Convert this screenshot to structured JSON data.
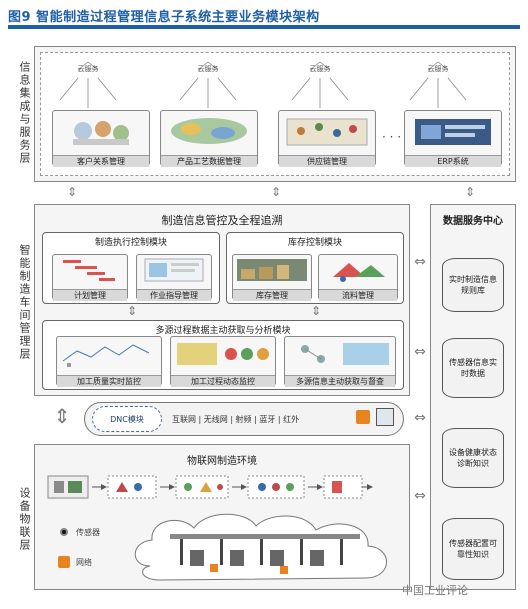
{
  "figure": {
    "title": "图9 智能制造过程管理信息子系统主要业务模块架构"
  },
  "layers": {
    "info": "信息集成与服务层",
    "workshop": "智能制造车间管理层",
    "device": "设备物联层"
  },
  "cloud_service": "云服务",
  "info_modules": [
    "客户关系管理",
    "产品工艺数据管理",
    "供应链管理",
    "ERP系统"
  ],
  "workshop": {
    "title": "制造信息管控及全程追溯",
    "exec_title": "制造执行控制模块",
    "exec_items": [
      "计划管理",
      "作业指导管理"
    ],
    "inv_title": "库存控制模块",
    "inv_items": [
      "库存管理",
      "流料管理"
    ],
    "multi_title": "多源过程数据主动获取与分析模块",
    "multi_items": [
      "加工质量实时监控",
      "加工过程动态监控",
      "多源信息主动获取与督查"
    ]
  },
  "data_center": {
    "title": "数据服务中心",
    "items": [
      "实时制造信息规则库",
      "传感器信息实时数据",
      "设备健康状态诊断知识",
      "传感器配置可靠性知识"
    ]
  },
  "network": {
    "dnc": "DNC模块",
    "labels": "互联网 | 无线网 | 射频 | 蓝牙 | 红外"
  },
  "iot": {
    "title": "物联网制造环境",
    "sensor": "传感器",
    "net": "网络",
    "schema_line1": "",
    "schema_line2": ""
  },
  "watermark": "中国工业评论",
  "colors": {
    "accent": "#1f5fa8",
    "panel_bg": "#f5f5f5"
  }
}
